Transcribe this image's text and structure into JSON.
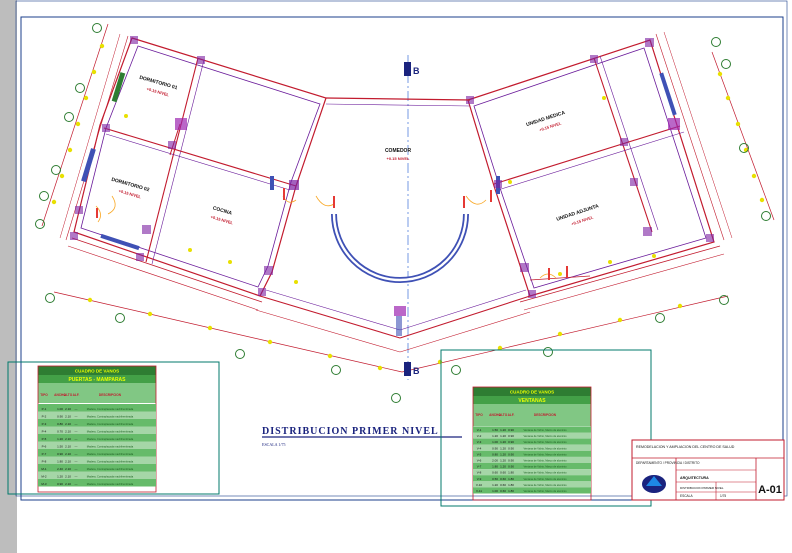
{
  "plan": {
    "title": "DISTRIBUCION PRIMER NIVEL",
    "scale": "ESCALA 1/75",
    "cut_label_top": "B",
    "cut_label_bottom": "B"
  },
  "rooms": [
    {
      "name": "DORMITORIO 01",
      "level": "+0.15 NIVEL"
    },
    {
      "name": "DORMITORIO 02",
      "level": "+0.15 NIVEL"
    },
    {
      "name": "COCINA",
      "level": "+0.15 NIVEL"
    },
    {
      "name": "COMEDOR",
      "level": "+0.15 NIVEL"
    },
    {
      "name": "UNIDAD MEDICA",
      "level": "+0.15 NIVEL"
    },
    {
      "name": "UNIDAD ADJUNTA",
      "level": "+0.15 NIVEL"
    }
  ],
  "doors_table": {
    "title": "CUADRO DE VANOS",
    "subtitle": "PUERTAS - MAMPARAS",
    "headers": [
      "TIPO",
      "ANCHO",
      "ALTO",
      "ALF.",
      "DESCRIPCION"
    ],
    "rows": [
      [
        "P-1",
        "1.00",
        "2.10",
        "---",
        "Madera, Contraplacada machihembrada"
      ],
      [
        "P-2",
        "0.90",
        "2.10",
        "---",
        "Madera, Contraplacada machihembrada"
      ],
      [
        "P-3",
        "0.80",
        "2.10",
        "---",
        "Madera, Contraplacada machihembrada"
      ],
      [
        "P-4",
        "0.70",
        "2.10",
        "---",
        "Madera, Contraplacada machihembrada"
      ],
      [
        "P-5",
        "1.20",
        "2.10",
        "---",
        "Madera, Contraplacada machihembrada"
      ],
      [
        "P-6",
        "1.50",
        "2.10",
        "---",
        "Madera, Contraplacada machihembrada"
      ],
      [
        "P-7",
        "0.90",
        "2.10",
        "---",
        "Madera, Contraplacada machihembrada"
      ],
      [
        "P-8",
        "1.80",
        "2.10",
        "---",
        "Madera, Contraplacada machihembrada"
      ],
      [
        "M-1",
        "2.40",
        "2.10",
        "---",
        "Madera, Contraplacada machihembrada"
      ],
      [
        "M-2",
        "1.20",
        "2.10",
        "---",
        "Madera, Contraplacada machihembrada"
      ],
      [
        "M-3",
        "0.90",
        "2.10",
        "---",
        "Madera, Contraplacada machihembrada"
      ]
    ]
  },
  "windows_table": {
    "title": "CUADRO DE VANOS",
    "subtitle": "VENTANAS",
    "headers": [
      "TIPO",
      "ANCHO",
      "ALTO",
      "ALF.",
      "DESCRIPCION"
    ],
    "rows": [
      [
        "V-1",
        "1.50",
        "1.20",
        "0.90",
        "Ventana de Vidrio, Marco de aluminio"
      ],
      [
        "V-2",
        "1.20",
        "1.20",
        "0.90",
        "Ventana de Vidrio, Marco de aluminio"
      ],
      [
        "V-3",
        "1.00",
        "1.20",
        "0.90",
        "Ventana de Vidrio, Marco de aluminio"
      ],
      [
        "V-4",
        "0.90",
        "1.20",
        "0.90",
        "Ventana de Vidrio, Marco de aluminio"
      ],
      [
        "V-5",
        "0.80",
        "1.20",
        "0.90",
        "Ventana de Vidrio, Marco de aluminio"
      ],
      [
        "V-6",
        "2.00",
        "1.20",
        "0.90",
        "Ventana de Vidrio, Marco de aluminio"
      ],
      [
        "V-7",
        "1.80",
        "1.20",
        "0.90",
        "Ventana de Vidrio, Marco de aluminio"
      ],
      [
        "V-8",
        "0.60",
        "0.60",
        "1.80",
        "Ventana de Vidrio, Marco de aluminio"
      ],
      [
        "V-9",
        "0.50",
        "0.60",
        "1.80",
        "Ventana de Vidrio, Marco de aluminio"
      ],
      [
        "V-10",
        "1.20",
        "0.60",
        "1.80",
        "Ventana de Vidrio, Marco de aluminio"
      ],
      [
        "V-11",
        "1.00",
        "0.60",
        "1.80",
        "Ventana de Vidrio, Marco de aluminio"
      ]
    ]
  },
  "title_block": {
    "project": "REMODELACION Y AMPLIACION DEL CENTRO DE SALUD",
    "location": "DEPARTAMENTO / PROVINCIA / DISTRITO",
    "sheet_title": "ARQUITECTURA",
    "sheet_subtitle": "DISTRIBUCION PRIMER NIVEL",
    "scale_label": "ESCALA",
    "scale_value": "1/75",
    "sheet_number": "A-01"
  }
}
